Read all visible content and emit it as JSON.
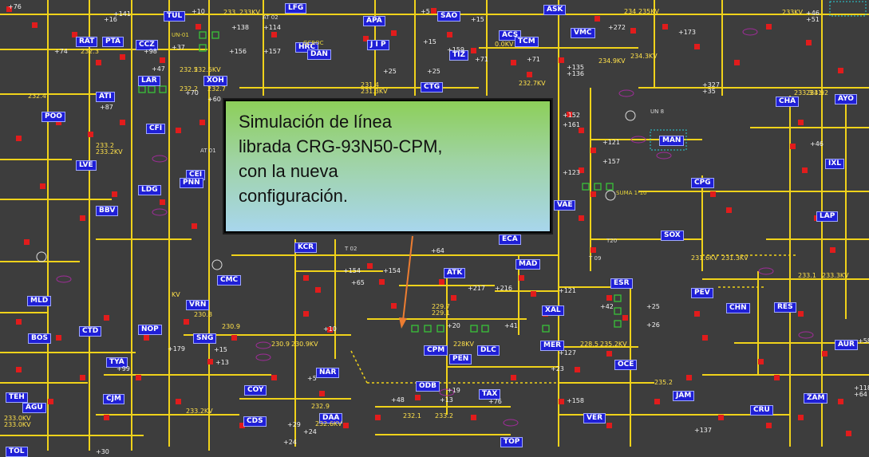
{
  "callout": {
    "text": "Simulación de línea\nlibrada CRG-93N50-CPM,\ncon la nueva\nconfiguración."
  },
  "stations": [
    {
      "id": "TUL",
      "label": "TUL"
    },
    {
      "id": "LFG",
      "label": "LFG"
    },
    {
      "id": "APA",
      "label": "APA"
    },
    {
      "id": "SAO",
      "label": "SAO"
    },
    {
      "id": "ASK",
      "label": "ASK"
    },
    {
      "id": "ACS",
      "label": "ACS"
    },
    {
      "id": "VMC",
      "label": "VMC"
    },
    {
      "id": "TCM",
      "label": "TCM"
    },
    {
      "id": "RAT",
      "label": "RAT"
    },
    {
      "id": "PTA",
      "label": "PTA"
    },
    {
      "id": "CCZ",
      "label": "CCZ"
    },
    {
      "id": "HRC",
      "label": "HRC"
    },
    {
      "id": "DAN",
      "label": "DAN"
    },
    {
      "id": "JIP",
      "label": "J I P"
    },
    {
      "id": "TIZ",
      "label": "TIZ"
    },
    {
      "id": "LAR",
      "label": "LAR"
    },
    {
      "id": "XOH",
      "label": "XOH"
    },
    {
      "id": "ATI",
      "label": "ATI"
    },
    {
      "id": "CTG",
      "label": "CTG"
    },
    {
      "id": "POO",
      "label": "POO"
    },
    {
      "id": "CFI",
      "label": "CFI"
    },
    {
      "id": "CHA",
      "label": "CHA"
    },
    {
      "id": "AYO",
      "label": "AYO"
    },
    {
      "id": "LVE",
      "label": "LVE"
    },
    {
      "id": "CEI",
      "label": "CEI"
    },
    {
      "id": "LDG",
      "label": "LDG"
    },
    {
      "id": "PNN",
      "label": "PNN"
    },
    {
      "id": "BBV",
      "label": "BBV"
    },
    {
      "id": "MAN",
      "label": "MAN"
    },
    {
      "id": "IXL",
      "label": "IXL"
    },
    {
      "id": "VAE",
      "label": "VAE"
    },
    {
      "id": "CPG",
      "label": "CPG"
    },
    {
      "id": "LAP",
      "label": "LAP"
    },
    {
      "id": "SOX",
      "label": "SOX"
    },
    {
      "id": "ECA",
      "label": "ECA"
    },
    {
      "id": "KCR",
      "label": "KCR"
    },
    {
      "id": "MAD",
      "label": "MAD"
    },
    {
      "id": "ATK",
      "label": "ATK"
    },
    {
      "id": "CMC",
      "label": "CMC"
    },
    {
      "id": "ESR",
      "label": "ESR"
    },
    {
      "id": "MLD",
      "label": "MLD"
    },
    {
      "id": "VRN",
      "label": "VRN"
    },
    {
      "id": "PEV",
      "label": "PEV"
    },
    {
      "id": "CHN",
      "label": "CHN"
    },
    {
      "id": "RES",
      "label": "RES"
    },
    {
      "id": "XAL",
      "label": "XAL"
    },
    {
      "id": "NOP",
      "label": "NOP"
    },
    {
      "id": "BOS",
      "label": "BOS"
    },
    {
      "id": "CTD",
      "label": "CTD"
    },
    {
      "id": "SNG",
      "label": "SNG"
    },
    {
      "id": "AUR",
      "label": "AUR"
    },
    {
      "id": "CPM",
      "label": "CPM"
    },
    {
      "id": "DLC",
      "label": "DLC"
    },
    {
      "id": "MER",
      "label": "MER"
    },
    {
      "id": "TYA",
      "label": "TYA"
    },
    {
      "id": "PEN",
      "label": "PEN"
    },
    {
      "id": "OCE",
      "label": "OCE"
    },
    {
      "id": "NAR",
      "label": "NAR"
    },
    {
      "id": "TEH",
      "label": "TEH"
    },
    {
      "id": "CJM",
      "label": "CJM"
    },
    {
      "id": "COY",
      "label": "COY"
    },
    {
      "id": "ODB",
      "label": "ODB"
    },
    {
      "id": "TAX",
      "label": "TAX"
    },
    {
      "id": "JAM",
      "label": "JAM"
    },
    {
      "id": "ZAM",
      "label": "ZAM"
    },
    {
      "id": "AGU",
      "label": "AGU"
    },
    {
      "id": "CDS",
      "label": "CDS"
    },
    {
      "id": "DAA",
      "label": "DAA"
    },
    {
      "id": "VER",
      "label": "VER"
    },
    {
      "id": "CRU",
      "label": "CRU"
    },
    {
      "id": "TOP",
      "label": "TOP"
    },
    {
      "id": "TOL",
      "label": "TOL"
    }
  ],
  "voltages": [
    "233",
    "233KV",
    "232.3",
    "232.5",
    "232.5KV",
    "234.9KV",
    "234.3KV",
    "234",
    "235KV",
    "232.7KV",
    "231.4",
    "231.3KV",
    "232.4",
    "233.2",
    "233.2KV",
    "232.2",
    "232.7",
    "229.7",
    "229.1",
    "228KV",
    "228.5",
    "235.2KV",
    "230.9",
    "230.9KV",
    "233.2KV",
    "232.9",
    "232.6KV",
    "233.0KV",
    "233.0KV",
    "233KV",
    "231.6KV",
    "231.3KV",
    "233.1",
    "233.3KV",
    "235.2",
    "231.2",
    "230.8",
    "230.9",
    "233.3",
    "234.9",
    "KV",
    "0.0KV",
    "232.1",
    "233.2"
  ],
  "flows": [
    "+76",
    "+16",
    "+10",
    "+141",
    "+138",
    "+37",
    "+114",
    "+5",
    "+15",
    "+15",
    "+272",
    "+173",
    "+46",
    "+51",
    "+74",
    "+98",
    "+156",
    "+157",
    "+70",
    "+159",
    "+25",
    "+25",
    "+71",
    "+71",
    "+135",
    "+136",
    "+327",
    "+35",
    "+60",
    "+87",
    "+152",
    "+161",
    "+121",
    "+157",
    "+123",
    "+154",
    "+154",
    "+65",
    "+64",
    "+217",
    "+216",
    "+121",
    "+42",
    "+25",
    "+26",
    "+41",
    "+20",
    "+47",
    "+127",
    "+58",
    "+23",
    "+48",
    "+13",
    "+76",
    "+158",
    "+137",
    "+118",
    "+64",
    "+46",
    "+19",
    "+24",
    "+10",
    "+99",
    "+179",
    "+15",
    "+13",
    "+29",
    "+24",
    "+5",
    "+30"
  ],
  "labels": {
    "suma": "SUMA 1-10",
    "un8": "UN 8",
    "gcroc": "GCROC",
    "un01": "UN-01",
    "at01": "AT 01",
    "at02": "AT 02",
    "t02": "T 02",
    "t09": "T 09",
    "t20": "T20"
  }
}
